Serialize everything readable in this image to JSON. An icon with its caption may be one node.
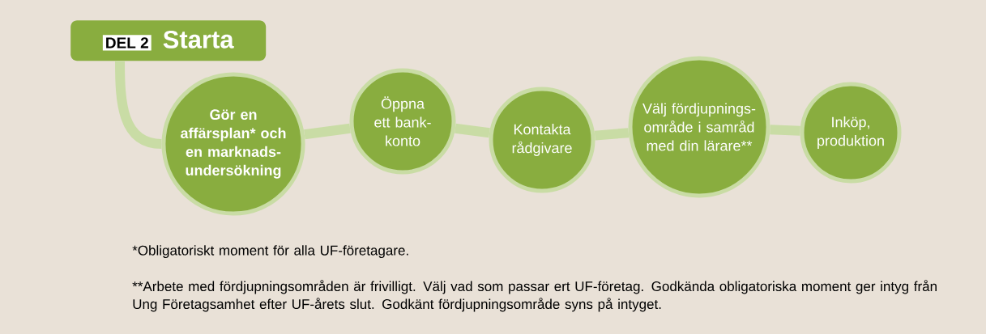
{
  "diagram": {
    "nodes": [
      {
        "text": [
          "DEL 2",
          "Starta"
        ]
      },
      {
        "text": [
          "Gör en affärsplan* och en marknads- undersökning"
        ]
      },
      {
        "text": [
          "Öppna ett bank- konto"
        ]
      },
      {
        "text": [
          "Kontakta rådgivare"
        ]
      },
      {
        "text": [
          "Välj fördjupnings- område i samråd med din lärare**"
        ]
      },
      {
        "text": [
          "Inköp, produktion"
        ]
      }
    ],
    "edges": [
      {
        "from": 0,
        "to": 1,
        "arrow": "none"
      },
      {
        "from": 1,
        "to": 2,
        "arrow": "none"
      },
      {
        "from": 2,
        "to": 3,
        "arrow": "none"
      },
      {
        "from": 3,
        "to": 4,
        "arrow": "none"
      },
      {
        "from": 4,
        "to": 5,
        "arrow": "none"
      }
    ],
    "labels": [
      "*Obligatoriskt moment för alla UF-företagare.",
      "**Arbete med fördjupningsområden är frivilligt. Välj vad som passar ert UF-företag. Godkända obligatoriska moment ger intyg från Ung Företagsamhet efter UF-årets slut. Godkänt fördjupningsområde syns på intyget."
    ]
  }
}
